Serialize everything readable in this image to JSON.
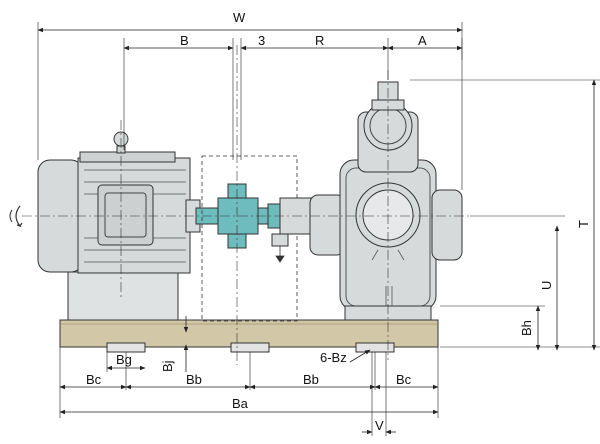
{
  "colors": {
    "machine_gray": "#d7dadb",
    "coupling": "#6fbcbf",
    "baseplate": "#d2c7a6",
    "dimension_line": "#222222"
  },
  "labels": {
    "W": "W",
    "B": "B",
    "three": "3",
    "R": "R",
    "A": "A",
    "T": "T",
    "U": "U",
    "Bh": "Bh",
    "Bg": "Bg",
    "Bj": "Bj",
    "Bc_left": "Bc",
    "Bb_left": "Bb",
    "Bb_right": "Bb",
    "Bc_right": "Bc",
    "Bz": "6-Bz",
    "Ba": "Ba",
    "V": "V"
  },
  "icons": {
    "rotation": "rotation-direction-arrow-icon"
  }
}
